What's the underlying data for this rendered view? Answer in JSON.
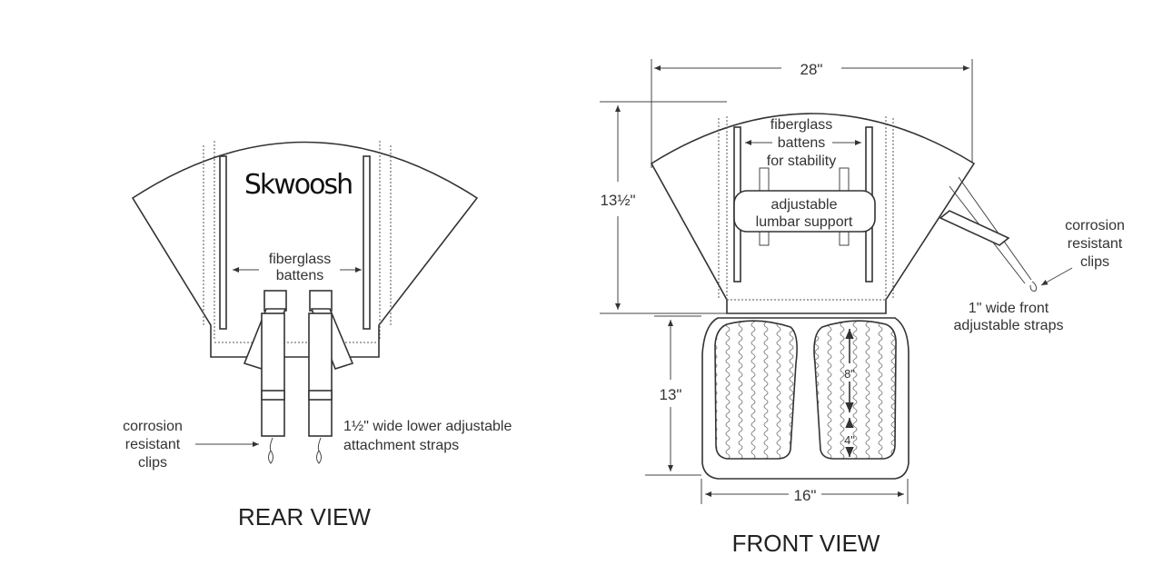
{
  "rear_view": {
    "title": "REAR VIEW",
    "logo": "Skwoosh",
    "battens_label": [
      "fiberglass",
      "battens"
    ],
    "clips_label": [
      "corrosion",
      "resistant",
      "clips"
    ],
    "straps_label": [
      "1½\" wide lower adjustable",
      "attachment straps"
    ]
  },
  "front_view": {
    "title": "FRONT VIEW",
    "width_dim": "28\"",
    "back_height_dim": "13½\"",
    "seat_depth_dim": "13\"",
    "seat_width_dim": "16\"",
    "pad_dim_upper": "8\"",
    "pad_dim_lower": "4\"",
    "battens_label": [
      "fiberglass",
      "battens",
      "for stability"
    ],
    "lumbar_label": [
      "adjustable",
      "lumbar support"
    ],
    "clips_label": [
      "corrosion",
      "resistant",
      "clips"
    ],
    "straps_label": [
      "1\" wide front",
      "adjustable straps"
    ]
  }
}
